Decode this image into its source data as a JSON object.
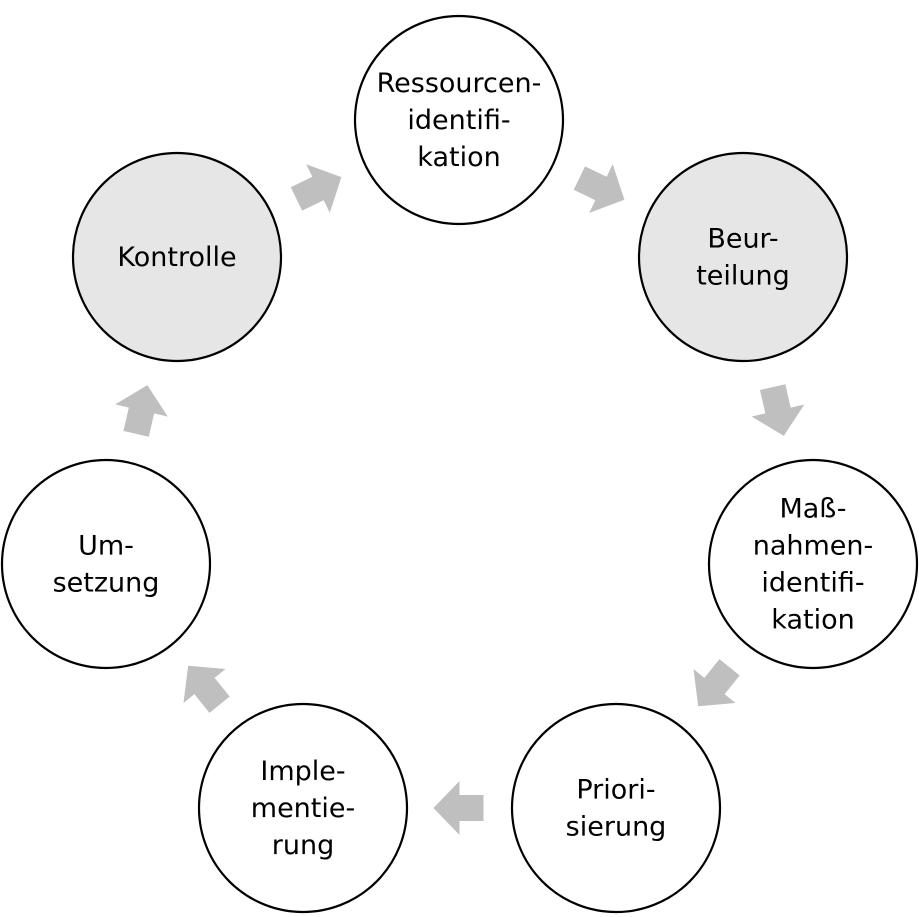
{
  "colors": {
    "node_plain": "#ffffff",
    "node_highlight": "#e6e6e6",
    "node_border": "#000000",
    "arrow": "#bfbfbf",
    "text": "#000000"
  },
  "nodes": [
    {
      "id": "ressourcenidentifikation",
      "lines": [
        "Ressourcen-",
        "identifi-",
        "kation"
      ],
      "highlight": false
    },
    {
      "id": "beurteilung",
      "lines": [
        "Beur-",
        "teilung"
      ],
      "highlight": true
    },
    {
      "id": "massnahmenidentifikation",
      "lines": [
        "Maß-",
        "nahmen-",
        "identifi-",
        "kation"
      ],
      "highlight": false
    },
    {
      "id": "priorisierung",
      "lines": [
        "Priori-",
        "sierung"
      ],
      "highlight": false
    },
    {
      "id": "implementierung",
      "lines": [
        "Imple-",
        "mentie-",
        "rung"
      ],
      "highlight": false
    },
    {
      "id": "umsetzung",
      "lines": [
        "Um-",
        "setzung"
      ],
      "highlight": false
    },
    {
      "id": "kontrolle",
      "lines": [
        "Kontrolle"
      ],
      "highlight": true
    }
  ],
  "arrows": [
    {
      "from": "ressourcenidentifikation",
      "to": "beurteilung"
    },
    {
      "from": "beurteilung",
      "to": "massnahmenidentifikation"
    },
    {
      "from": "massnahmenidentifikation",
      "to": "priorisierung"
    },
    {
      "from": "priorisierung",
      "to": "implementierung"
    },
    {
      "from": "implementierung",
      "to": "umsetzung"
    },
    {
      "from": "umsetzung",
      "to": "kontrolle"
    },
    {
      "from": "kontrolle",
      "to": "ressourcenidentifikation"
    }
  ]
}
